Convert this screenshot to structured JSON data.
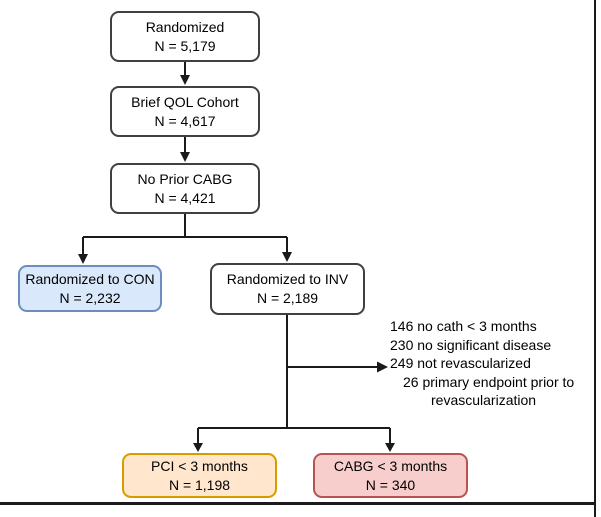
{
  "diagram": {
    "boxes": {
      "randomized": {
        "label": "Randomized",
        "n": "N = 5,179"
      },
      "brief_qol": {
        "label": "Brief QOL Cohort",
        "n": "N = 4,617"
      },
      "no_prior_cabg": {
        "label": "No Prior CABG",
        "n": "N = 4,421"
      },
      "con": {
        "label": "Randomized to CON",
        "n": "N = 2,232"
      },
      "inv": {
        "label": "Randomized to INV",
        "n": "N = 2,189"
      },
      "pci": {
        "label": "PCI < 3 months",
        "n": "N = 1,198"
      },
      "cabg": {
        "label": "CABG < 3 months",
        "n": "N = 340"
      }
    },
    "exclusions": {
      "lines": [
        "146 no cath < 3 months",
        "230 no significant disease",
        "249 not revascularized",
        "26 primary endpoint prior to",
        "revascularization"
      ]
    }
  },
  "colors": {
    "con_fill": "#dae8fc",
    "con_border": "#6c8ebf",
    "pci_fill": "#ffe6cc",
    "pci_border": "#d79b00",
    "cabg_fill": "#f8cecc",
    "cabg_border": "#b85450",
    "plain_border": "#404040",
    "connector": "#1a1a1a",
    "frame_line": "#1a1a1a"
  }
}
